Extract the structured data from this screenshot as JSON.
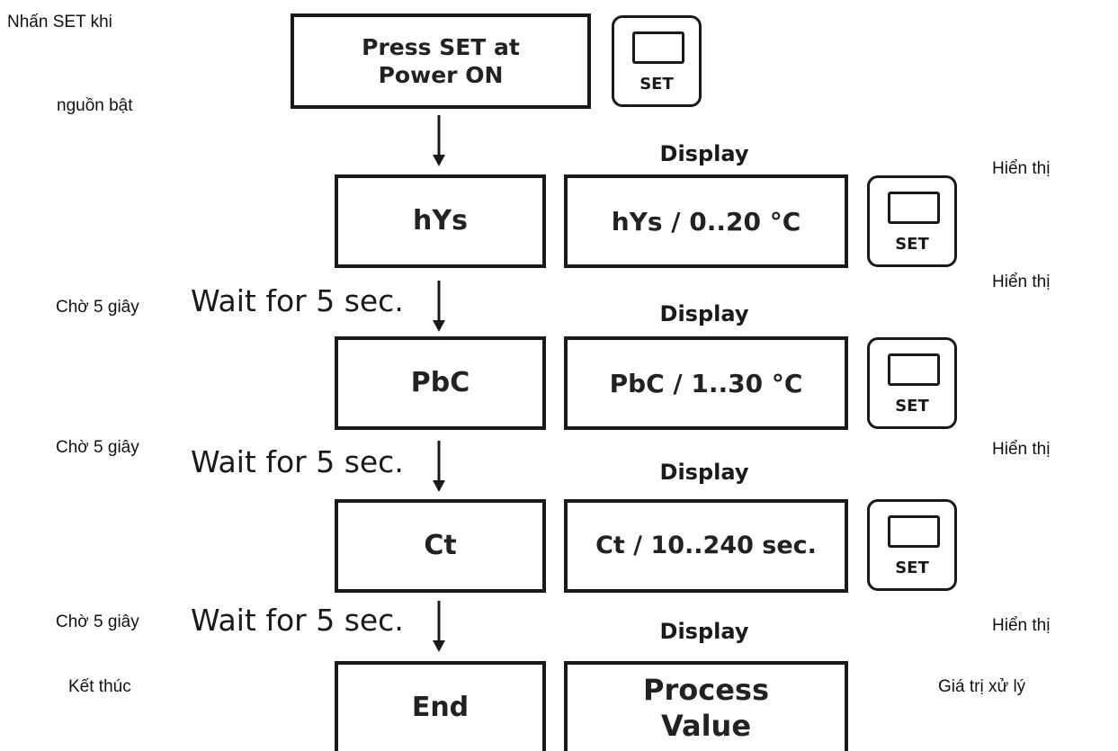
{
  "annotations": {
    "press_set_line1": "Nhấn SET khi",
    "press_set_line2": "nguồn bật",
    "wait_1": "Chờ 5 giây",
    "wait_2": "Chờ 5 giây",
    "wait_3": "Chờ 5 giây",
    "end": "Kết thúc",
    "display_1": "Hiển thị",
    "display_2": "Hiển thị",
    "display_3": "Hiển thị",
    "display_4": "Hiển thị",
    "process_value": "Giá trị xử lý"
  },
  "start_box": {
    "line1": "Press SET at",
    "line2": "Power ON"
  },
  "steps": [
    {
      "param": "hYs",
      "display_heading": "Display",
      "display_value": "hYs / 0..20 °C",
      "wait": ""
    },
    {
      "param": "PbC",
      "display_heading": "Display",
      "display_value": "PbC / 1..30 °C",
      "wait": "Wait for 5 sec."
    },
    {
      "param": "Ct",
      "display_heading": "Display",
      "display_value": "Ct / 10..240 sec.",
      "wait": "Wait for 5 sec."
    },
    {
      "param": "End",
      "display_heading": "Display",
      "display_value_line1": "Process",
      "display_value_line2": "Value",
      "wait": "Wait for 5 sec."
    }
  ],
  "set_button_label": "SET",
  "icons": [
    "set-button-icon",
    "arrow-down-icon"
  ]
}
